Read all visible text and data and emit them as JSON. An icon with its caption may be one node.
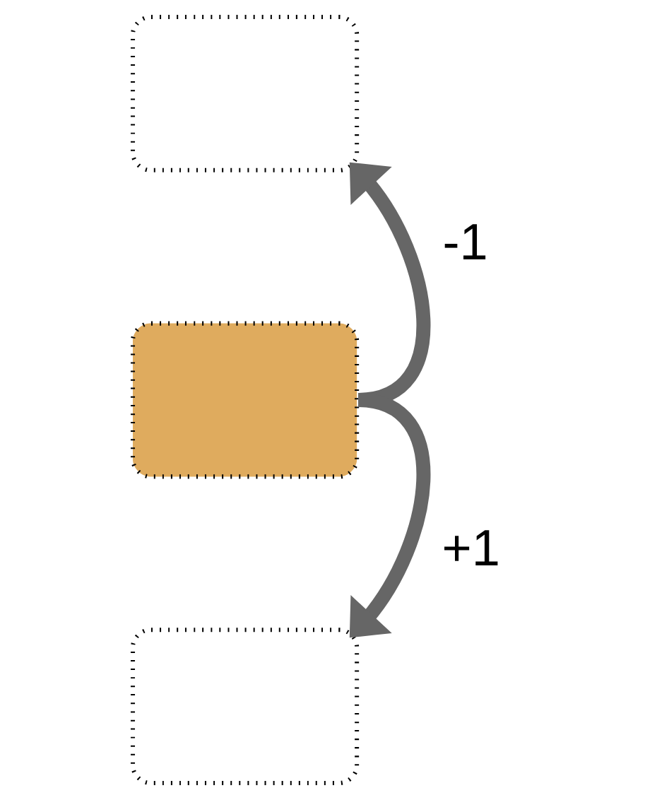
{
  "diagram": {
    "nodes": [
      {
        "text": [],
        "shape": "box"
      },
      {
        "text": [],
        "shape": "box"
      },
      {
        "text": [],
        "shape": "box"
      }
    ],
    "edges": [
      {
        "from": 1,
        "to": 0,
        "arrow": "to",
        "label": "-1"
      },
      {
        "from": 1,
        "to": 2,
        "arrow": "to",
        "label": "+1"
      }
    ]
  }
}
